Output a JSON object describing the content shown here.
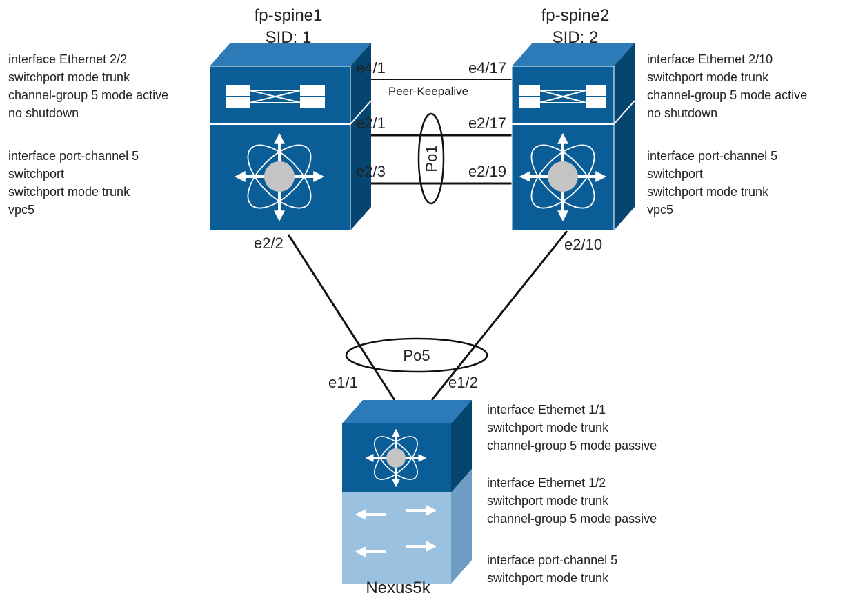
{
  "colors": {
    "switch_front": "#0a5d96",
    "switch_top": "#2d7ab8",
    "switch_side": "#06456f",
    "switch_light": "#9ac1e0",
    "link": "#111111",
    "text": "#222222"
  },
  "spine1": {
    "name": "fp-spine1",
    "sid": "SID: 1",
    "config": {
      "eth_block": [
        "interface Ethernet 2/2",
        "switchport mode trunk",
        "channel-group 5 mode active",
        "no shutdown"
      ],
      "pc_block": [
        "interface port-channel 5",
        "switchport",
        "switchport mode trunk",
        "vpc5"
      ]
    },
    "ports": {
      "keepalive": "e4/1",
      "peer_a": "e2/1",
      "peer_b": "e2/3",
      "down": "e2/2"
    }
  },
  "spine2": {
    "name": "fp-spine2",
    "sid": "SID: 2",
    "config": {
      "eth_block": [
        "interface Ethernet 2/10",
        "switchport mode trunk",
        "channel-group 5 mode active",
        "no shutdown"
      ],
      "pc_block": [
        "interface port-channel 5",
        "switchport",
        "switchport mode trunk",
        "vpc5"
      ]
    },
    "ports": {
      "keepalive": "e4/17",
      "peer_a": "e2/17",
      "peer_b": "e2/19",
      "down": "e2/10"
    }
  },
  "links": {
    "keepalive_label": "Peer-Keepalive",
    "peer_channel": "Po1",
    "vpc_channel": "Po5"
  },
  "leaf": {
    "name": "Nexus5k",
    "ports": {
      "left": "e1/1",
      "right": "e1/2"
    },
    "config": {
      "eth1": [
        "interface Ethernet 1/1",
        "switchport mode trunk",
        "channel-group 5 mode passive"
      ],
      "eth2": [
        "interface Ethernet 1/2",
        "switchport mode trunk",
        "channel-group 5 mode passive"
      ],
      "pc": [
        "interface port-channel 5",
        "switchport mode trunk"
      ]
    }
  }
}
